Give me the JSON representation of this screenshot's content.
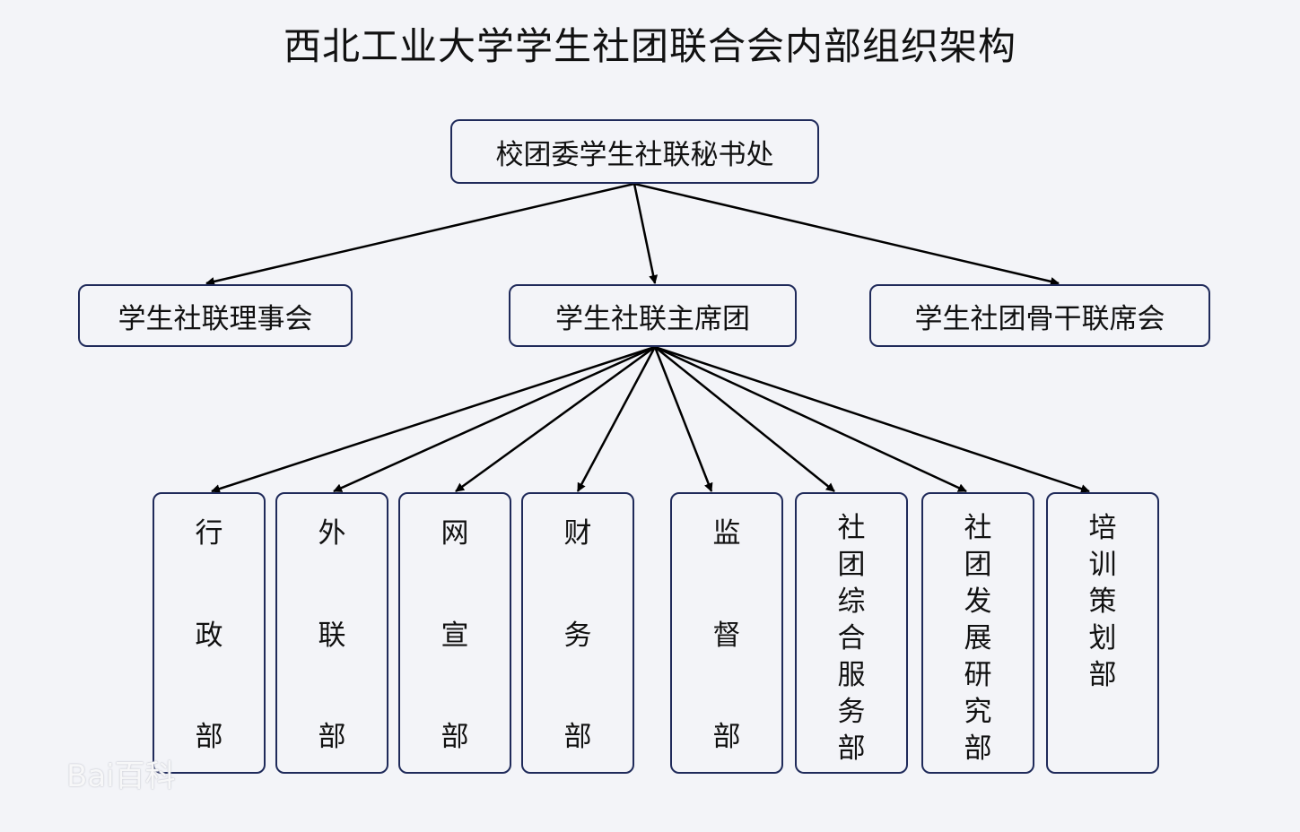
{
  "title": "西北工业大学学生社团联合会内部组织架构",
  "watermark": "Bai百科",
  "root": "校团委学生社联秘书处",
  "level2": [
    "学生社联理事会",
    "学生社联主席团",
    "学生社团骨干联席会"
  ],
  "departments": [
    "行政部",
    "外联部",
    "网宣部",
    "财务部",
    "监督部",
    "社团综合服务部",
    "社团发展研究部",
    "培训策划部"
  ],
  "colors": {
    "border": "#1f2a5a",
    "line": "#000000",
    "background": "#f3f4f8"
  }
}
